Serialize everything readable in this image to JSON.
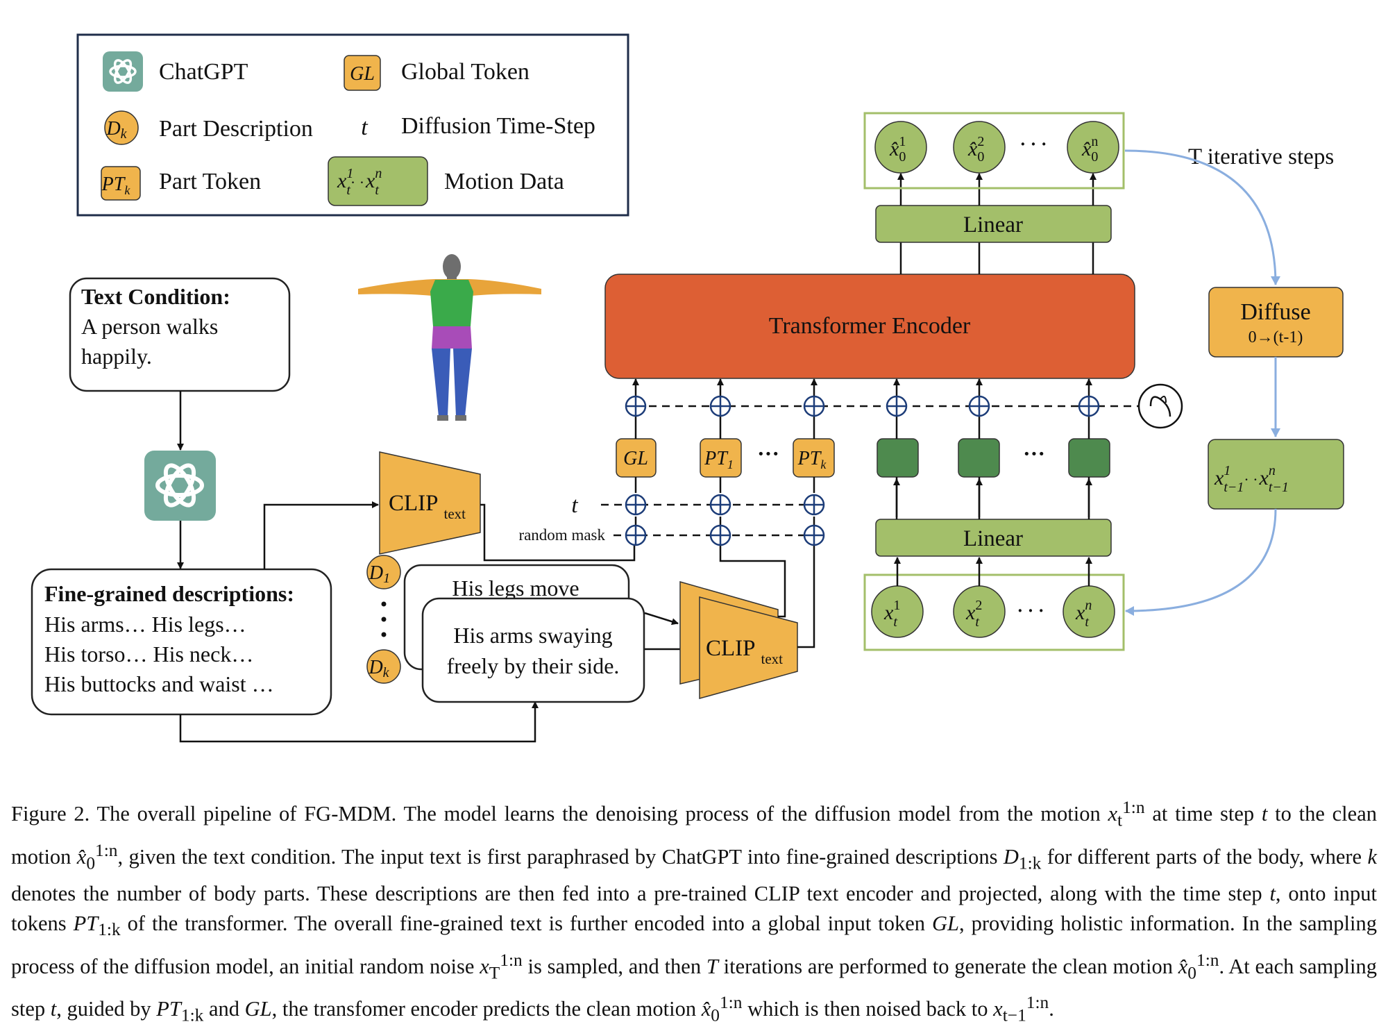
{
  "legend": {
    "chatgpt": "ChatGPT",
    "global_token_symbol": "GL",
    "global_token": "Global Token",
    "part_desc_symbol": "D",
    "part_desc_symbol_sub": "k",
    "part_description": "Part Description",
    "time_symbol": "t",
    "time_step": "Diffusion Time-Step",
    "part_token_symbol": "PT",
    "part_token_symbol_sub": "k",
    "part_token": "Part Token",
    "motion_symbol_a": "x",
    "motion_sub": "t",
    "motion_sup_a": "1",
    "motion_sup_b": "n",
    "motion_dots": "· ·",
    "motion_data": "Motion Data"
  },
  "text_condition": {
    "title": "Text Condition:",
    "line1": "A person walks",
    "line2": "happily."
  },
  "fine_grained": {
    "title": "Fine-grained descriptions:",
    "line1": "His arms… His legs…",
    "line2": "His torso… His neck…",
    "line3": "His buttocks and waist …"
  },
  "clip": {
    "label": "CLIP",
    "sub": "text"
  },
  "inputs": {
    "t": "t",
    "random_mask": "random mask"
  },
  "descriptions": {
    "d1": "D",
    "d1_sub": "1",
    "dk": "D",
    "dk_sub": "k",
    "back_card": "His legs move",
    "front_line1": "His arms swaying",
    "front_line2": "freely by their side."
  },
  "tokens": {
    "gl": "GL",
    "pt1": "PT",
    "pt1_sub": "1",
    "ptk": "PT",
    "ptk_sub": "k",
    "dots": "···"
  },
  "transformer": "Transformer Encoder",
  "linear": "Linear",
  "outputs": {
    "x0": "x̂",
    "sub0": "0",
    "sup1": "1",
    "sup2": "2",
    "supn": "n",
    "dots": "· · ·"
  },
  "inputs_xt": {
    "x": "x",
    "sub": "t",
    "sup1": "1",
    "sup2": "2",
    "supn": "n",
    "dots": "· · ·"
  },
  "iterative": "T iterative steps",
  "diffuse": {
    "title": "Diffuse",
    "sub": "0→(t-1)"
  },
  "xt1": {
    "x": "x",
    "sub": "t−1",
    "sup1": "1",
    "supn": "n",
    "dots": "· ·"
  },
  "caption": {
    "p1": "Figure 2. The overall pipeline of FG-MDM. The model learns the denoising process of the diffusion model from the motion ",
    "m1": "x",
    "m1_sub": "t",
    "m1_sup": "1:n",
    "p2": " at time step ",
    "m2": "t",
    "p3": " to the clean motion ",
    "m3": "x̂",
    "m3_sub": "0",
    "m3_sup": "1:n",
    "p4": ", given the text condition.  The input text is first paraphrased by ChatGPT into fine-grained descriptions ",
    "m4": "D",
    "m4_sub": "1:k",
    "p5": " for different parts of the body, where ",
    "m5": "k",
    "p6": " denotes the number of body parts. These descriptions are then fed into a pre-trained CLIP text encoder and projected, along with the time step ",
    "m6": "t",
    "p7": ", onto input tokens ",
    "m7": "PT",
    "m7_sub": "1:k",
    "p8": " of the transformer. The overall fine-grained text is further encoded into a global input token ",
    "m8": "GL",
    "p9": ", providing holistic information. In the sampling process of the diffusion model, an initial random noise ",
    "m9": "x",
    "m9_sub": "T",
    "m9_sup": "1:n",
    "p10": " is sampled, and then ",
    "m10": "T",
    "p11": " iterations are performed to generate the clean motion ",
    "m11": "x̂",
    "m11_sub": "0",
    "m11_sup": "1:n",
    "p12": ". At each sampling step ",
    "m12": "t",
    "p13": ", guided by ",
    "m13": "PT",
    "m13_sub": "1:k",
    "p14": " and ",
    "m14": "GL",
    "p15": ", the transfomer encoder predicts the clean motion ",
    "m15": "x̂",
    "m15_sub": "0",
    "m15_sup": "1:n",
    "p16": " which is then noised back to ",
    "m16": "x",
    "m16_sub": "t−1",
    "m16_sup": "1:n",
    "p17": "."
  },
  "colors": {
    "orange": "#F0B44C",
    "green_light": "#A3BF6A",
    "green_dark": "#4E8A4E",
    "transformer": "#DD5F34",
    "chatgpt": "#74AA9C",
    "blue_arrow": "#8AAEDF",
    "legend_border": "#1F2D4A"
  }
}
